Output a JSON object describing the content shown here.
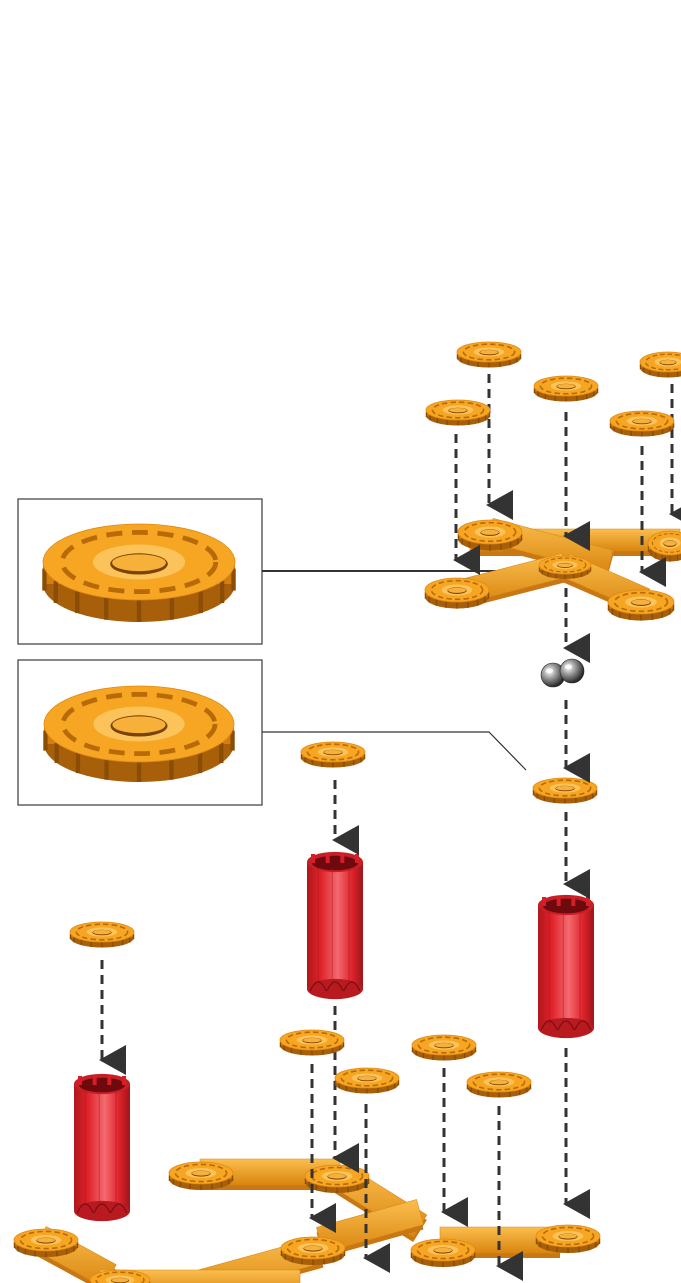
{
  "diagram": {
    "kind": "exploded assembly instruction",
    "colors": {
      "ring_top": "#F6A623",
      "ring_side": "#D27E10",
      "ring_shadow": "#A85F0A",
      "rod": "#E9961C",
      "rod_dark": "#C97712",
      "tube": "#E0232B",
      "tube_dark": "#A3161C",
      "tube_light": "#F26A6F",
      "arrow": "#333333",
      "ball": "#B8B8B8"
    },
    "icons": [
      "arrow-down-icon",
      "steel-ball-icon"
    ],
    "callouts": [
      {
        "name": "callout-ring-front-view",
        "part": "ring-connector"
      },
      {
        "name": "callout-ring-back-view",
        "part": "ring-connector"
      }
    ],
    "parts": {
      "ring_connectors": 22,
      "long_rods": 10,
      "red_tubes": 3,
      "steel_balls": 2
    }
  }
}
